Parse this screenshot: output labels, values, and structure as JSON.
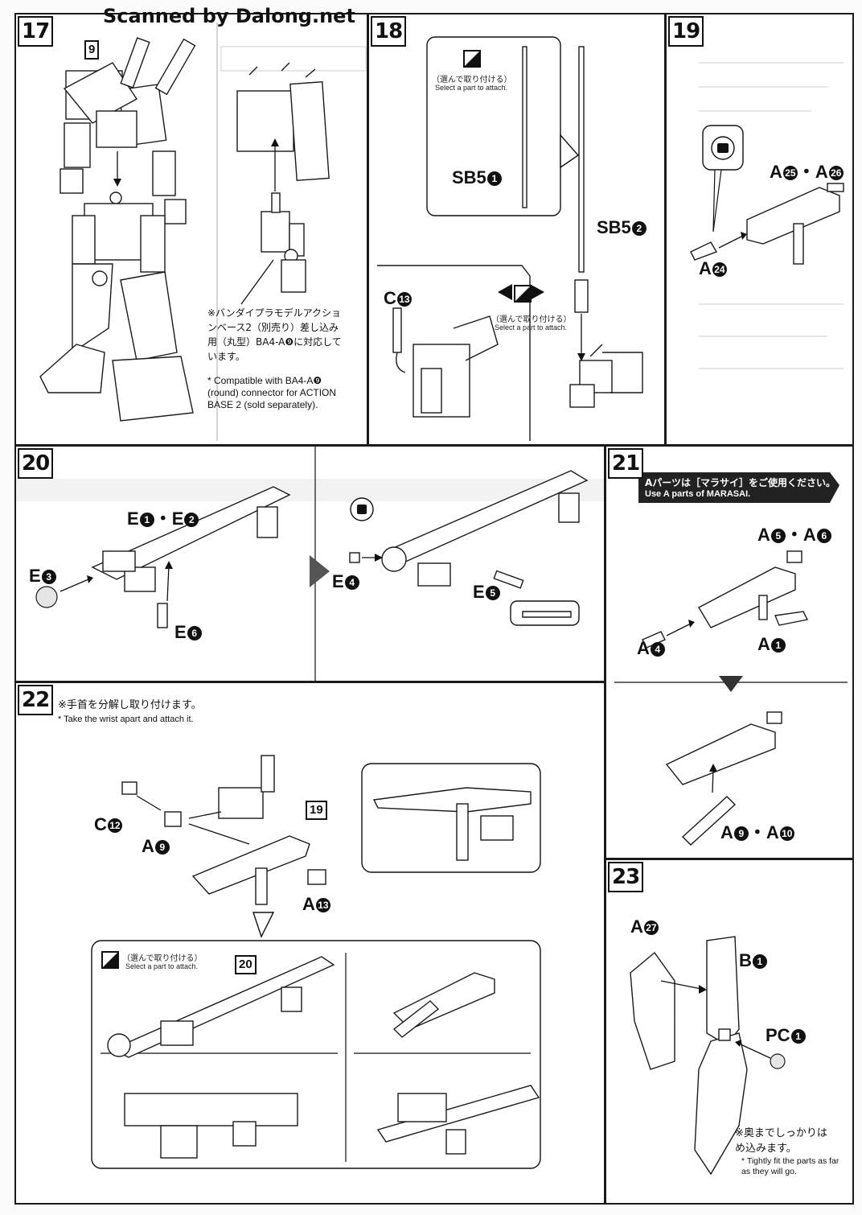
{
  "header": {
    "watermark": "Scanned by Dalong.net"
  },
  "steps": {
    "s17": {
      "num": "17",
      "ref": "9",
      "note_jp": "※バンダイプラモデルアクションベース2（別売り）差し込み用（丸型）BA4-A❾に対応しています。",
      "note_en": "* Compatible with BA4-A❾ (round) connector for ACTION BASE 2 (sold separately)."
    },
    "s18": {
      "num": "18",
      "select_jp": "（選んで取り付ける）",
      "select_en": "Select a part to attach.",
      "parts": {
        "sb5_1": "SB5",
        "sb5_1_no": "1",
        "sb5_2": "SB5",
        "sb5_2_no": "2",
        "c13": "C",
        "c13_no": "13"
      }
    },
    "s19": {
      "num": "19",
      "parts": {
        "a25_26": "A",
        "a25": "25",
        "a26": "26",
        "sep": "・",
        "a24": "A",
        "a24_no": "24"
      }
    },
    "s20": {
      "num": "20",
      "parts": {
        "e1_2": "E",
        "e1": "1",
        "e2": "2",
        "sep": "・",
        "e3": "E",
        "e3_no": "3",
        "e6": "E",
        "e6_no": "6",
        "e4": "E",
        "e4_no": "4",
        "e5": "E",
        "e5_no": "5"
      }
    },
    "s21": {
      "num": "21",
      "banner_jp": "Aパーツは［マラサイ］をご使用ください。",
      "banner_en": "Use A parts of MARASAI.",
      "parts": {
        "a5_6": "A",
        "a5": "5",
        "a6": "6",
        "sep": "・",
        "a4": "A",
        "a4_no": "4",
        "a1": "A",
        "a1_no": "1",
        "a9_10": "A",
        "a9": "9",
        "a10": "10"
      }
    },
    "s22": {
      "num": "22",
      "note_jp": "※手首を分解し取り付けます。",
      "note_en": "* Take the wrist apart and attach it.",
      "select_jp": "（選んで取り付ける）",
      "select_en": "Select a part to attach.",
      "ref19": "19",
      "ref20": "20",
      "parts": {
        "c12": "C",
        "c12_no": "12",
        "a9": "A",
        "a9_no": "9",
        "a13": "A",
        "a13_no": "13"
      }
    },
    "s23": {
      "num": "23",
      "note_jp": "※奥までしっかりはめ込みます。",
      "note_en": "* Tightly fit the parts as far as they will go.",
      "parts": {
        "a27": "A",
        "a27_no": "27",
        "b1": "B",
        "b1_no": "1",
        "pc1": "PC",
        "pc1_no": "1"
      }
    }
  }
}
